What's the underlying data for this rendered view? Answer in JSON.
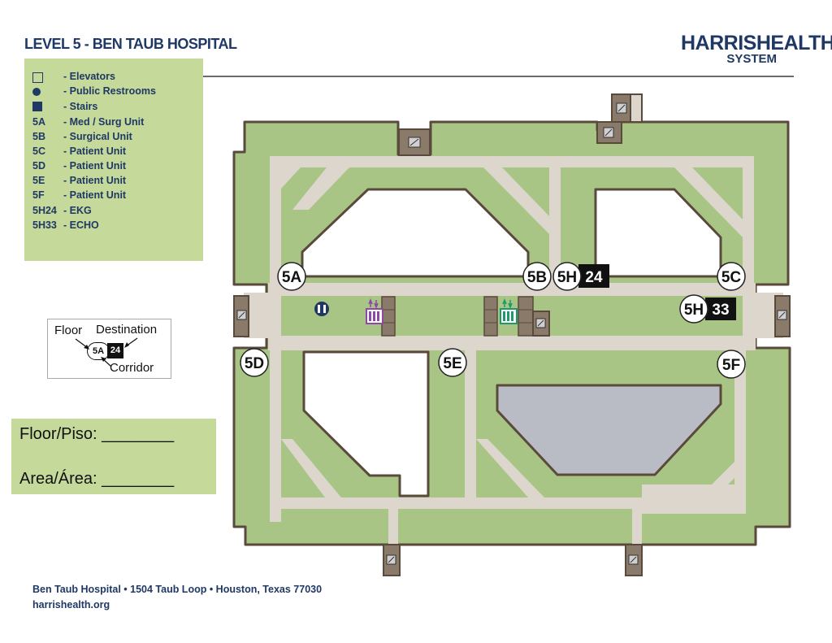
{
  "header": {
    "title": "LEVEL 5 - BEN TAUB HOSPITAL",
    "logo_main": "HARRISHEALTH",
    "logo_sub": "SYSTEM"
  },
  "legend": {
    "icons": [
      {
        "icon": "elevator-icon",
        "label": "- Elevators"
      },
      {
        "icon": "restroom-icon",
        "label": "- Public Restrooms"
      },
      {
        "icon": "stairs-icon",
        "label": "- Stairs"
      }
    ],
    "units": [
      {
        "code": "5A",
        "label": "- Med / Surg Unit"
      },
      {
        "code": "5B",
        "label": "- Surgical Unit"
      },
      {
        "code": "5C",
        "label": " - Patient Unit"
      },
      {
        "code": "5D",
        "label": " - Patient Unit"
      },
      {
        "code": "5E",
        "label": " - Patient Unit"
      },
      {
        "code": "5F",
        "label": " - Patient Unit"
      },
      {
        "code": "5H24",
        "label": "- EKG"
      },
      {
        "code": "5H33",
        "label": "- ECHO"
      }
    ]
  },
  "key": {
    "floor": "Floor",
    "destination": "Destination",
    "corridor": "Corridor",
    "sample_floor": "5A",
    "sample_dest": "24"
  },
  "write_in": {
    "floor": "Floor/Piso: ________",
    "area": "Area/Área: ________"
  },
  "map": {
    "labels": {
      "a": "5A",
      "b": "5B",
      "c": "5C",
      "d": "5D",
      "e": "5E",
      "f": "5F",
      "h24_floor": "5H",
      "h24_dest": "24",
      "h33_floor": "5H",
      "h33_dest": "33"
    }
  },
  "colors": {
    "green": "#a8c585",
    "corridor": "#dcd6cd",
    "wall": "#5a4a3c",
    "stair": "#8a7a6a",
    "gray_room": "#b9bcc4",
    "navy": "#1f3864",
    "purple": "#8e48a5",
    "teal": "#1e9a6a"
  },
  "footer": {
    "address": "Ben Taub Hospital • 1504 Taub Loop • Houston, Texas 77030",
    "url": "harrishealth.org"
  }
}
